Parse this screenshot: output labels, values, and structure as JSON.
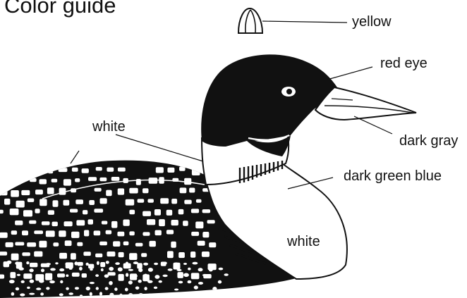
{
  "title": "Color guide",
  "labels": {
    "yellow": "yellow",
    "red_eye": "red eye",
    "dark_gray": "dark gray",
    "white_neck": "white",
    "dark_green_blue": "dark green blue",
    "white_breast": "white"
  },
  "colors": {
    "ink": "#111111",
    "background": "#ffffff"
  }
}
